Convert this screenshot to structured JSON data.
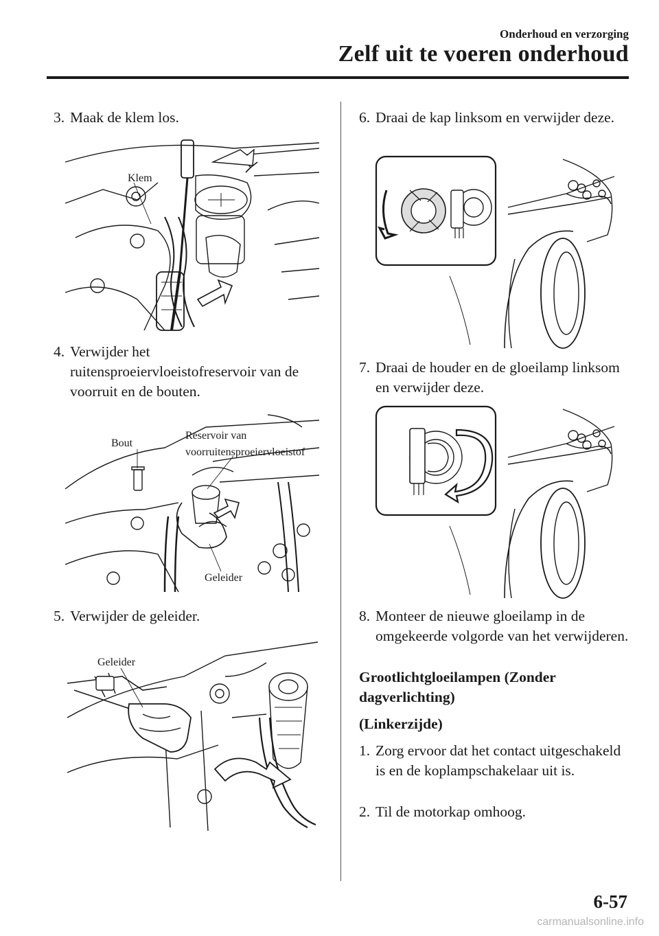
{
  "header": {
    "section": "Onderhoud en verzorging",
    "title": "Zelf uit te voeren onderhoud"
  },
  "left_column": {
    "step3": {
      "num": "3.",
      "text": "Maak de klem los."
    },
    "fig1": {
      "label_klem": "Klem"
    },
    "step4": {
      "num": "4.",
      "text": "Verwijder het ruitensproeiervloeistofreservoir van de voorruit en de bouten."
    },
    "fig2": {
      "label_bout": "Bout",
      "label_reservoir_1": "Reservoir van",
      "label_reservoir_2": "voorruitensproeiervloeistof",
      "label_geleider": "Geleider"
    },
    "step5": {
      "num": "5.",
      "text": "Verwijder de geleider."
    },
    "fig3": {
      "label_geleider": "Geleider"
    }
  },
  "right_column": {
    "step6": {
      "num": "6.",
      "text": "Draai de kap linksom en verwijder deze."
    },
    "step7": {
      "num": "7.",
      "text": "Draai de houder en de gloeilamp linksom en verwijder deze."
    },
    "step8": {
      "num": "8.",
      "text": "Monteer de nieuwe gloeilamp in de omgekeerde volgorde van het verwijderen."
    },
    "subheading": "Grootlichtgloeilampen (Zonder dagverlichting)",
    "side": "(Linkerzijde)",
    "sub_step1": {
      "num": "1.",
      "text": "Zorg ervoor dat het contact uitgeschakeld is en de koplampschakelaar uit is."
    },
    "sub_step2": {
      "num": "2.",
      "text": "Til de motorkap omhoog."
    }
  },
  "footer": {
    "page_number": "6-57",
    "watermark": "carmanualsonline.info"
  }
}
